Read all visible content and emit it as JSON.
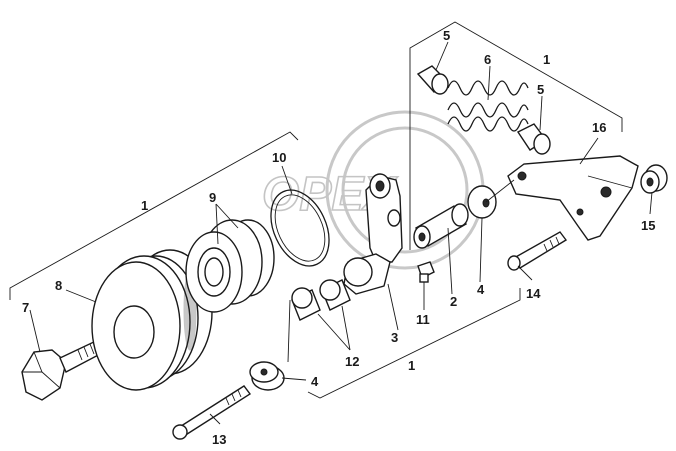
{
  "watermark": {
    "text": "OPEX"
  },
  "callouts": [
    {
      "id": "c1-top",
      "text": "1"
    },
    {
      "id": "c1-left",
      "text": "1"
    },
    {
      "id": "c1-bottom",
      "text": "1"
    },
    {
      "id": "c2",
      "text": "2"
    },
    {
      "id": "c3",
      "text": "3"
    },
    {
      "id": "c4-right",
      "text": "4"
    },
    {
      "id": "c4-bottom",
      "text": "4"
    },
    {
      "id": "c5-top",
      "text": "5"
    },
    {
      "id": "c5-right",
      "text": "5"
    },
    {
      "id": "c6",
      "text": "6"
    },
    {
      "id": "c7",
      "text": "7"
    },
    {
      "id": "c8",
      "text": "8"
    },
    {
      "id": "c9",
      "text": "9"
    },
    {
      "id": "c10",
      "text": "10"
    },
    {
      "id": "c11",
      "text": "11"
    },
    {
      "id": "c12",
      "text": "12"
    },
    {
      "id": "c13",
      "text": "13"
    },
    {
      "id": "c14",
      "text": "14"
    },
    {
      "id": "c15",
      "text": "15"
    },
    {
      "id": "c16",
      "text": "16"
    }
  ]
}
